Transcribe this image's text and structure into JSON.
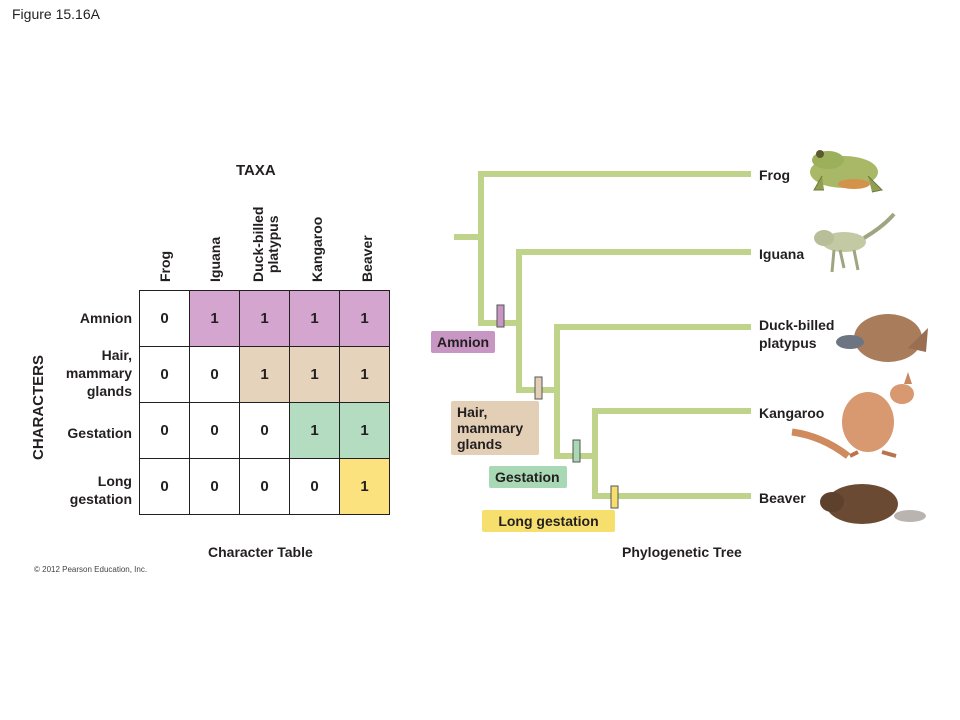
{
  "figure_label": "Figure 15.16A",
  "taxa_title": "TAXA",
  "characters_title": "CHARACTERS",
  "taxa": [
    "Frog",
    "Iguana",
    "Duck-billed\nplatypus",
    "Kangaroo",
    "Beaver"
  ],
  "characters": [
    {
      "name": "Amnion",
      "values": [
        "0",
        "1",
        "1",
        "1",
        "1"
      ],
      "color": "#d4a6cf"
    },
    {
      "name": "Hair,\nmammary\nglands",
      "values": [
        "0",
        "0",
        "1",
        "1",
        "1"
      ],
      "color": "#e6d3bb"
    },
    {
      "name": "Gestation",
      "values": [
        "0",
        "0",
        "0",
        "1",
        "1"
      ],
      "color": "#b4dcc0"
    },
    {
      "name": "Long\ngestation",
      "values": [
        "0",
        "0",
        "0",
        "0",
        "1"
      ],
      "color": "#fbe27e"
    }
  ],
  "table_caption": "Character Table",
  "tree_caption": "Phylogenetic Tree",
  "tree_characters": [
    "Amnion",
    "Hair,\nmammary\nglands",
    "Gestation",
    "Long gestation"
  ],
  "tree_taxa": [
    "Frog",
    "Iguana",
    "Duck-billed\nplatypus",
    "Kangaroo",
    "Beaver"
  ],
  "copyright": "© 2012 Pearson Education, Inc.",
  "colors": {
    "branch": "#bfd48a",
    "amnion": "#c796c2",
    "hair": "#e3cfb6",
    "gestation": "#a8d8b4",
    "long_gestation": "#f7df6e"
  }
}
